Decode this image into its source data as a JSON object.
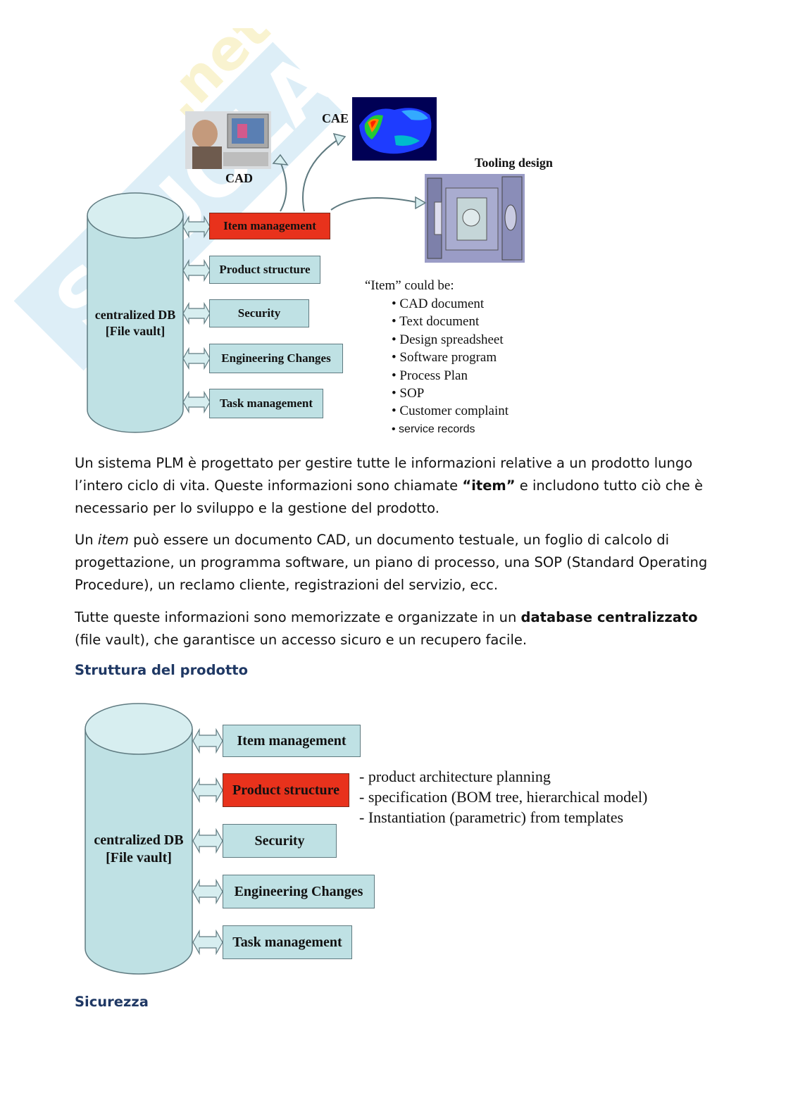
{
  "figure1": {
    "db_line1": "centralized DB",
    "db_line2": "[File vault]",
    "boxes": [
      "Item management",
      "Product structure",
      "Security",
      "Engineering Changes",
      "Task management"
    ],
    "cad_label": "CAD",
    "cae_label": "CAE",
    "tooling_label": "Tooling design",
    "item_intro": "“Item” could be:",
    "item_list": [
      "CAD document",
      "Text document",
      "Design spreadsheet",
      "Software program",
      "Process Plan",
      "SOP",
      "Customer complaint",
      "service records"
    ]
  },
  "paragraphs": {
    "p1_a": "Un sistema PLM è progettato per gestire tutte le informazioni relative a un prodotto lungo l’intero ciclo di vita. Queste informazioni sono chiamate ",
    "p1_bold": "“item”",
    "p1_b": " e includono tutto ciò che è necessario per lo sviluppo e la gestione del prodotto.",
    "p2_a": "Un ",
    "p2_italic": "item",
    "p2_b": " può essere un documento CAD, un documento testuale, un foglio di calcolo di progettazione, un programma software, un piano di processo, una SOP (Standard Operating Procedure), un reclamo cliente, registrazioni del servizio, ecc.",
    "p3_a": "Tutte queste informazioni sono memorizzate e organizzate in un ",
    "p3_bold": "database centralizzato",
    "p3_b": " (file vault), che garantisce un accesso sicuro e un recupero facile."
  },
  "heading1": "Struttura del prodotto",
  "figure2": {
    "db_line1": "centralized DB",
    "db_line2": "[File vault]",
    "boxes": [
      "Item management",
      "Product structure",
      "Security",
      "Engineering Changes",
      "Task management"
    ],
    "notes": [
      "- product architecture planning",
      "- specification (BOM tree, hierarchical model)",
      "- Instantiation (parametric) from templates"
    ]
  },
  "heading2": "Sicurezza",
  "watermark": "Skuola.net",
  "colors": {
    "box_fill": "#bfe1e4",
    "highlight": "#e8321c",
    "heading": "#1f3864"
  }
}
